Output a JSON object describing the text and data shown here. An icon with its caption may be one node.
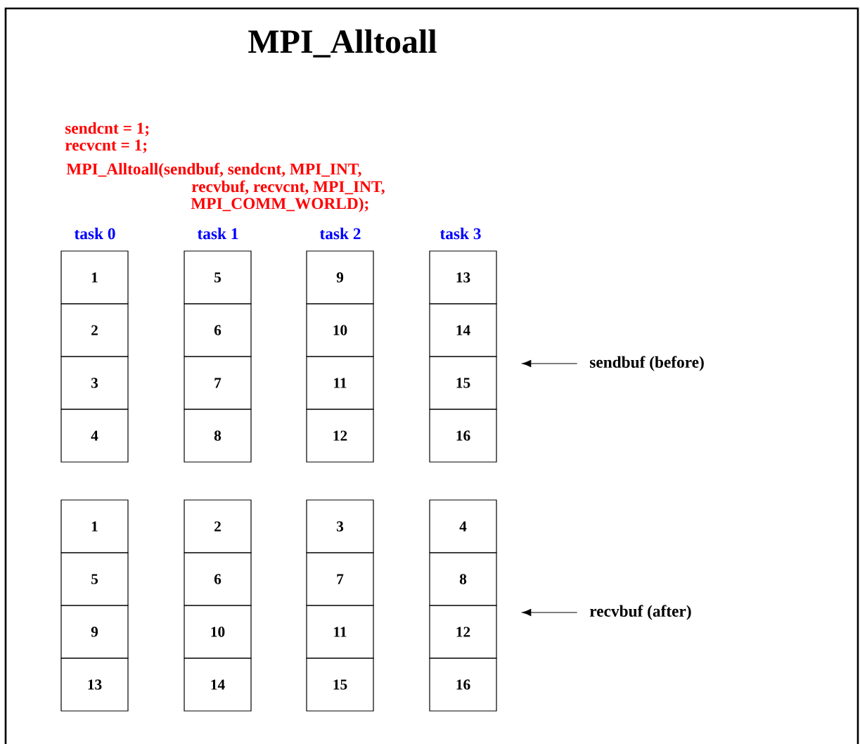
{
  "diagram": {
    "title": "MPI_Alltoall",
    "nodes": [
      {
        "text": [
          "1"
        ]
      },
      {
        "text": [
          "2"
        ]
      },
      {
        "text": [
          "3"
        ]
      },
      {
        "text": [
          "4"
        ]
      },
      {
        "text": [
          "5"
        ]
      },
      {
        "text": [
          "6"
        ]
      },
      {
        "text": [
          "7"
        ]
      },
      {
        "text": [
          "8"
        ]
      },
      {
        "text": [
          "9"
        ]
      },
      {
        "text": [
          "10"
        ]
      },
      {
        "text": [
          "11"
        ]
      },
      {
        "text": [
          "12"
        ]
      },
      {
        "text": [
          "13"
        ]
      },
      {
        "text": [
          "14"
        ]
      },
      {
        "text": [
          "15"
        ]
      },
      {
        "text": [
          "16"
        ]
      },
      {
        "text": [
          "1"
        ]
      },
      {
        "text": [
          "5"
        ]
      },
      {
        "text": [
          "9"
        ]
      },
      {
        "text": [
          "13"
        ]
      },
      {
        "text": [
          "2"
        ]
      },
      {
        "text": [
          "6"
        ]
      },
      {
        "text": [
          "10"
        ]
      },
      {
        "text": [
          "14"
        ]
      },
      {
        "text": [
          "3"
        ]
      },
      {
        "text": [
          "7"
        ]
      },
      {
        "text": [
          "11"
        ]
      },
      {
        "text": [
          "15"
        ]
      },
      {
        "text": [
          "4"
        ]
      },
      {
        "text": [
          "8"
        ]
      },
      {
        "text": [
          "12"
        ]
      },
      {
        "text": [
          "16"
        ]
      },
      {
        "text": [
          "sendbuf (before)"
        ]
      },
      {
        "text": [
          "recvbuf (after)"
        ]
      }
    ],
    "edges": [
      {
        "from": 32,
        "to": null,
        "arrow": "to"
      },
      {
        "from": 33,
        "to": null,
        "arrow": "to"
      }
    ],
    "labels": [
      "sendcnt = 1;",
      "recvcnt = 1;",
      "MPI_Alltoall(sendbuf, sendcnt, MPI_INT,",
      "recvbuf, recvcnt, MPI_INT,",
      "MPI_COMM_WORLD);",
      "task 0",
      "task 1",
      "task 2",
      "task 3"
    ]
  }
}
